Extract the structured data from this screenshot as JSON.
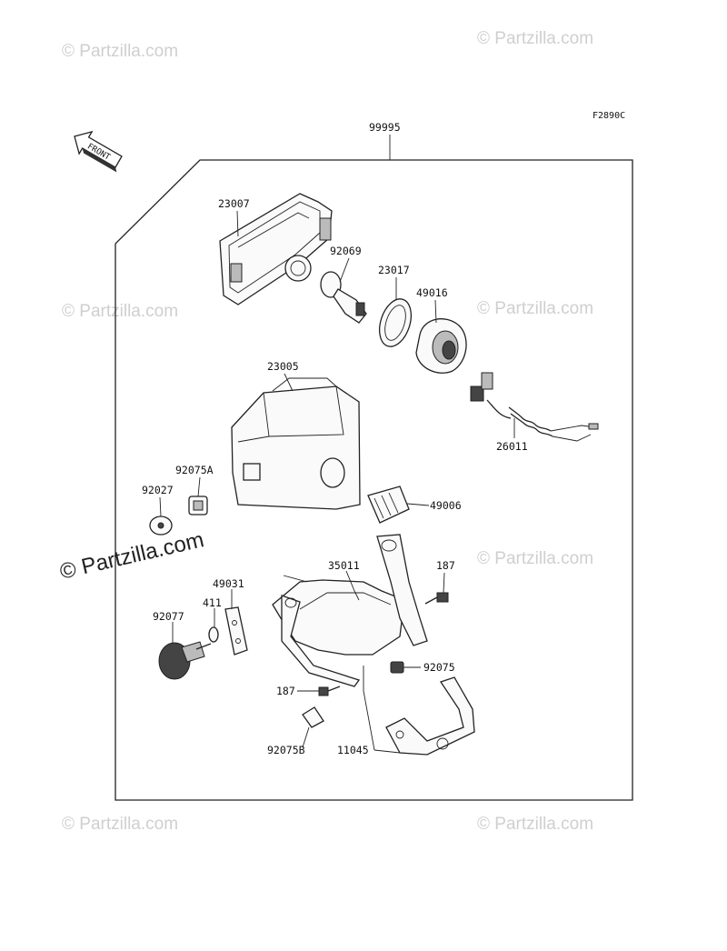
{
  "diagram_ref": "F2890C",
  "front_label": "FRONT",
  "watermark": "© Partzilla.com",
  "callouts": {
    "c99995": "99995",
    "c23007": "23007",
    "c92069": "92069",
    "c23017": "23017",
    "c49016": "49016",
    "c23005": "23005",
    "c26011": "26011",
    "c92075A": "92075A",
    "c92027": "92027",
    "c49006": "49006",
    "c35011": "35011",
    "c187a": "187",
    "c49031": "49031",
    "c411": "411",
    "c92077": "92077",
    "c92075": "92075",
    "c187b": "187",
    "c92075B": "92075B",
    "c11045": "11045"
  }
}
